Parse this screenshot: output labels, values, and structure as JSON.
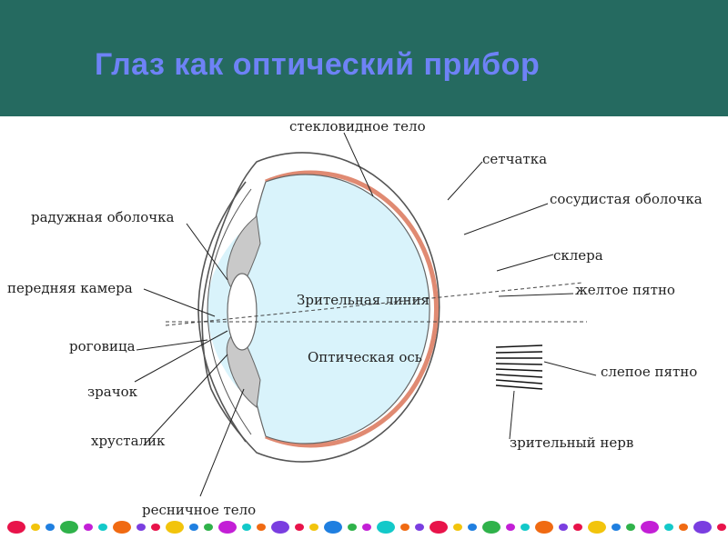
{
  "title": "Глаз как оптический прибор",
  "labels": {
    "vitreous": "стекловидное тело",
    "retina": "сетчатка",
    "choroid": "сосудистая оболочка",
    "iris": "радужная оболочка",
    "sclera": "склера",
    "anterior_chamber": "передняя камера",
    "yellow_spot": "желтое пятно",
    "visual_line": "Зрительная линия",
    "cornea": "роговица",
    "optical_axis": "Оптическая ось",
    "blind_spot": "слепое пятно",
    "pupil": "зрачок",
    "lens": "хрусталик",
    "optic_nerve": "зрительный нерв",
    "ciliary_body": "ресничное тело"
  },
  "colors": {
    "header": "#256a60",
    "title": "#6e82f6",
    "eye_fill": "#d9f3fb",
    "choroid": "#e08a72",
    "sclera_fill": "#ffffff",
    "iris": "#c9c9c9"
  },
  "footer": {
    "bead_colors": [
      "#e8134a",
      "#f2c40c",
      "#1f7fe0",
      "#2fb24a",
      "#c31fd6",
      "#13c9c9",
      "#f06a12",
      "#7a3ee0"
    ]
  }
}
